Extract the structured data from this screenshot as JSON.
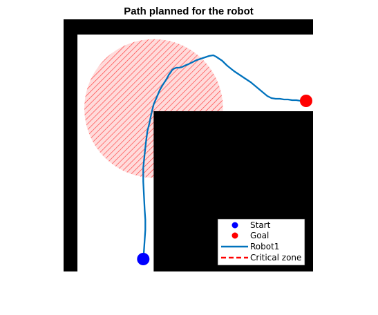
{
  "chart_data": {
    "type": "scatter",
    "title": "Path planned for the robot",
    "xlabel": "",
    "ylabel": "",
    "xlim": [
      0,
      360
    ],
    "ylim": [
      0,
      365
    ],
    "grid": false,
    "legend_position": "bottom-right",
    "obstacles": [
      {
        "x0": 0,
        "y0": 0,
        "x1": 20,
        "y1": 365
      },
      {
        "x0": 0,
        "y0": 343,
        "x1": 360,
        "y1": 365
      },
      {
        "x0": 130,
        "y0": 0,
        "x1": 360,
        "y1": 232
      }
    ],
    "critical_zone": {
      "cx": 130,
      "cy": 236,
      "r": 100
    },
    "start": {
      "x": 115,
      "y": 18
    },
    "goal": {
      "x": 350,
      "y": 247
    },
    "series": [
      {
        "name": "Robot1",
        "x": [
          115,
          116,
          117,
          118,
          118,
          117,
          116,
          115,
          115,
          117,
          119,
          121,
          124,
          126,
          128,
          130,
          133,
          136,
          139,
          143,
          147,
          150,
          152,
          155,
          157,
          160,
          163,
          167,
          171,
          175,
          180,
          186,
          192,
          198,
          204,
          210,
          216,
          220,
          223,
          226,
          229,
          232,
          236,
          241,
          246,
          252,
          258,
          264,
          270,
          276,
          282,
          288,
          294,
          300,
          306,
          312,
          318,
          324,
          330,
          336,
          342,
          346,
          350
        ],
        "y": [
          18,
          30,
          45,
          60,
          75,
          90,
          110,
          130,
          150,
          170,
          188,
          203,
          215,
          225,
          234,
          242,
          249,
          256,
          263,
          270,
          276,
          281,
          285,
          289,
          292,
          294,
          295,
          295,
          296,
          298,
          300,
          303,
          306,
          308,
          310,
          312,
          313,
          311,
          309,
          307,
          305,
          302,
          298,
          294,
          290,
          286,
          282,
          278,
          274,
          269,
          264,
          259,
          254,
          251,
          250,
          250,
          249,
          249,
          248,
          248,
          247,
          247,
          247
        ]
      }
    ],
    "legend": [
      {
        "label": "Start",
        "color": "#0000ff",
        "symbol": "dot"
      },
      {
        "label": "Goal",
        "color": "#ff0000",
        "symbol": "dot"
      },
      {
        "label": "Robot1",
        "color": "#0072bd",
        "symbol": "line"
      },
      {
        "label": "Critical zone",
        "color": "#ff0000",
        "symbol": "dashed"
      }
    ],
    "colors": {
      "obstacle": "#000000",
      "path": "#0072bd",
      "start": "#0000ff",
      "goal": "#ff0000",
      "critical_zone": "#ff0000"
    }
  }
}
